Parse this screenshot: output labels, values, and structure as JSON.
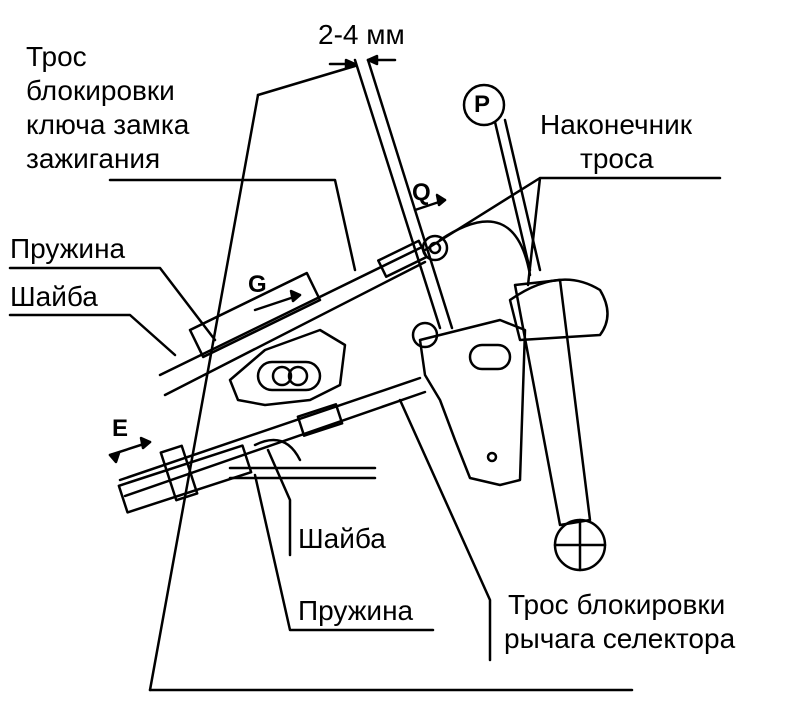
{
  "labels": {
    "gap": "2-4 мм",
    "ignition_cable": [
      "Трос",
      "блокировки",
      "ключа замка",
      "зажигания"
    ],
    "cable_end": [
      "Наконечник",
      "троса"
    ],
    "spring_top": "Пружина",
    "washer_top": "Шайба",
    "washer_bottom": "Шайба",
    "spring_bottom": "Пружина",
    "selector_cable": [
      "Трос блокировки",
      "рычага селектора"
    ]
  },
  "markers": {
    "park": "P",
    "q": "Q",
    "g": "G",
    "e": "E"
  },
  "colors": {
    "ink": "#000000",
    "paper": "#ffffff"
  }
}
